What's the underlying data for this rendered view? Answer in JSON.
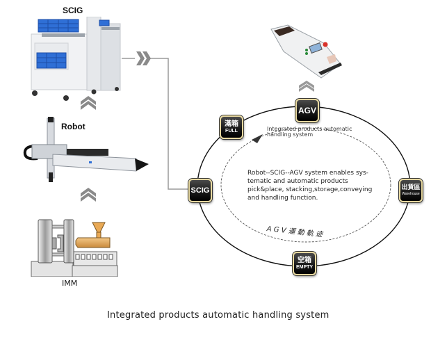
{
  "caption": "Integrated products automatic handling system",
  "left_column": {
    "scig_label": "SCIG",
    "robot_label": "Robot",
    "imm_label": "IMM"
  },
  "cycle": {
    "nodes": {
      "agv": {
        "main": "AGV"
      },
      "full": {
        "main": "滿箱",
        "sub": "FULL"
      },
      "scig": {
        "main": "SCIG"
      },
      "warehouse": {
        "main": "出貨區",
        "sub": "Warehouse"
      },
      "empty": {
        "main": "空箱",
        "sub": "EMPTY"
      }
    },
    "inner_title_line1": "Integrated products automatic",
    "inner_title_line2": "handling system",
    "description_lines": [
      "Robot--SCIG--AGV system enables sys-",
      "tematic and automatic products",
      "pick&place, stacking,storage,conveying",
      "and handling function."
    ],
    "path_label": "A G V 運 動 軌 迹"
  },
  "icons": {
    "flow_right": "double-chevron-right",
    "flow_up": "double-chevron-up"
  },
  "colors": {
    "chevron": "#8a8a8a",
    "connector": "#9a9a9a",
    "crate_blue": "#2f6fd6",
    "node_border": "#e8d9a0",
    "node_fill": "#1a1a1a",
    "extruder": "#e0a255"
  }
}
